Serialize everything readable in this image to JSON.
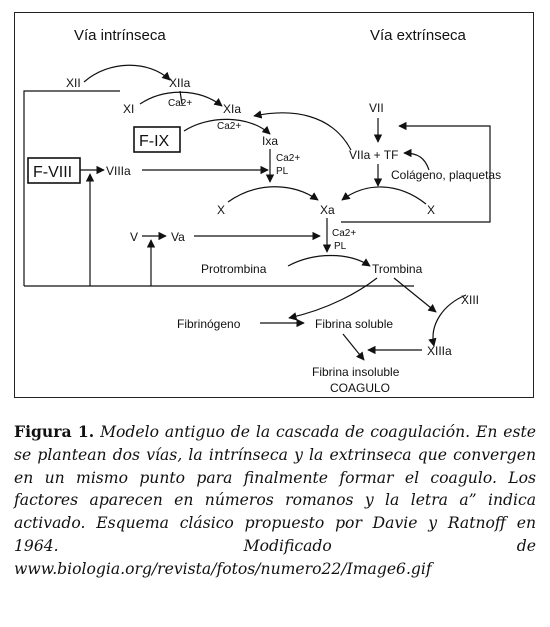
{
  "diagram": {
    "pathway_intrinsic": "Vía intrínseca",
    "pathway_extrinsic": "Vía extrínseca",
    "factors": {
      "xii": "XII",
      "xiia": "XIIa",
      "xi": "XI",
      "xia": "XIa",
      "fix_box": "F-IX",
      "ixa": "Ixa",
      "fviii_box": "F-VIII",
      "viiia": "VIIIa",
      "vii": "VII",
      "viia_tf": "VIIa + TF",
      "collagen": "Colágeno, plaquetas",
      "x_left": "X",
      "xa": "Xa",
      "x_right": "X",
      "v": "V",
      "va": "Va",
      "prothrombin": "Protrombina",
      "thrombin": "Trombina",
      "xiii": "XIII",
      "fibrinogen": "Fibrinógeno",
      "soluble_fibrin": "Fibrina soluble",
      "xiiia": "XIIIa",
      "insoluble_fibrin": "Fibrina insoluble",
      "clot": "COAGULO"
    },
    "cofactors": {
      "ca_1": "Ca2+",
      "ca_2": "Ca2+",
      "ca_3": "Ca2+",
      "pl_3": "PL",
      "ca_4": "Ca2+",
      "pl_4": "PL"
    }
  },
  "caption": {
    "figure_label": "Figura 1.",
    "text": "Modelo antiguo de la cascada de coagulación. En este se plantean dos vías, la intrínseca y la extrinseca que convergen en un mismo punto para finalmente formar el coagulo. Los factores aparecen en números romanos y la letra a” indica activado. Esquema clásico propuesto por Davie y Ratnoff  en 1964. Modificado de www.biologia.org/revista/fotos/numero22/Image6.gif"
  }
}
